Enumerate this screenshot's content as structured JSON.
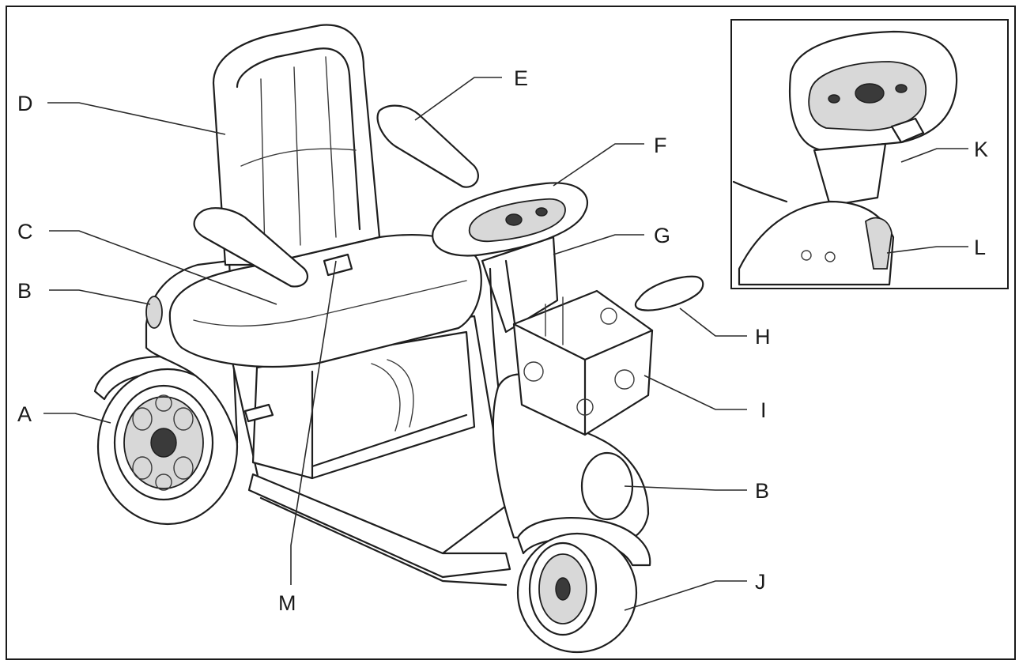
{
  "labels": {
    "A": "A",
    "B_rear": "B",
    "B_front": "B",
    "C": "C",
    "D": "D",
    "E": "E",
    "F": "F",
    "G": "G",
    "H": "H",
    "I": "I",
    "J": "J",
    "K": "K",
    "L": "L",
    "M": "M"
  }
}
